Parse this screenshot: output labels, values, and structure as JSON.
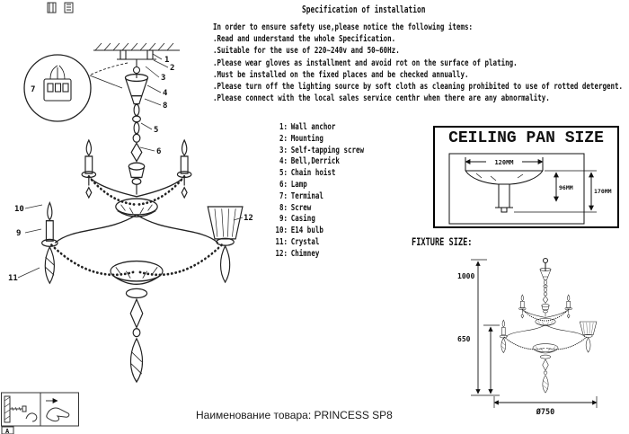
{
  "title": "Specification of installation",
  "notice": {
    "intro": "In order to ensure safety use,please notice the following items:",
    "items": [
      ".Read and understand the whole Specification.",
      ".Suitable for the use of 220~240v and 50~60Hz.",
      ".Please wear gloves as installment and avoid rot on the surface of plating.",
      ".Must be installed on the fixed places and be checked annually.",
      ".Please turn off the lighting source by soft cloth as cleaning prohibited to use of rotted detergent.",
      ".Please connect with the local sales service centhr when there are any abnormality."
    ]
  },
  "parts_list": [
    {
      "num": "1:",
      "label": "Wall anchor"
    },
    {
      "num": "2:",
      "label": "Mounting"
    },
    {
      "num": "3:",
      "label": "Self-tapping screw"
    },
    {
      "num": "4:",
      "label": "Bell,Derrick"
    },
    {
      "num": "5:",
      "label": "Chain hoist"
    },
    {
      "num": "6:",
      "label": "Lamp"
    },
    {
      "num": "7:",
      "label": "Terminal"
    },
    {
      "num": "8:",
      "label": "Screw"
    },
    {
      "num": "9:",
      "label": "Casing"
    },
    {
      "num": "10:",
      "label": "E14 bulb"
    },
    {
      "num": "11:",
      "label": "Crystal"
    },
    {
      "num": "12:",
      "label": "Chimney"
    }
  ],
  "diagram": {
    "callouts": {
      "c1": "1",
      "c2": "2",
      "c3": "3",
      "c4": "4",
      "c5": "5",
      "c6": "6",
      "c7": "7",
      "c8": "8",
      "c9": "9",
      "c10": "10",
      "c11": "11",
      "c12": "12"
    }
  },
  "ceiling_pan": {
    "title": "CEILING PAN SIZE",
    "width": "120MM",
    "height": "96MM",
    "total_height": "170MM"
  },
  "fixture": {
    "label": "FIXTURE SIZE:",
    "overall_height": "1000",
    "body_height": "650",
    "diameter": "Ø750"
  },
  "footer": {
    "product_name": "Наименование товара: PRINCESS SP8"
  },
  "pictograms": {
    "label_a": "A"
  }
}
